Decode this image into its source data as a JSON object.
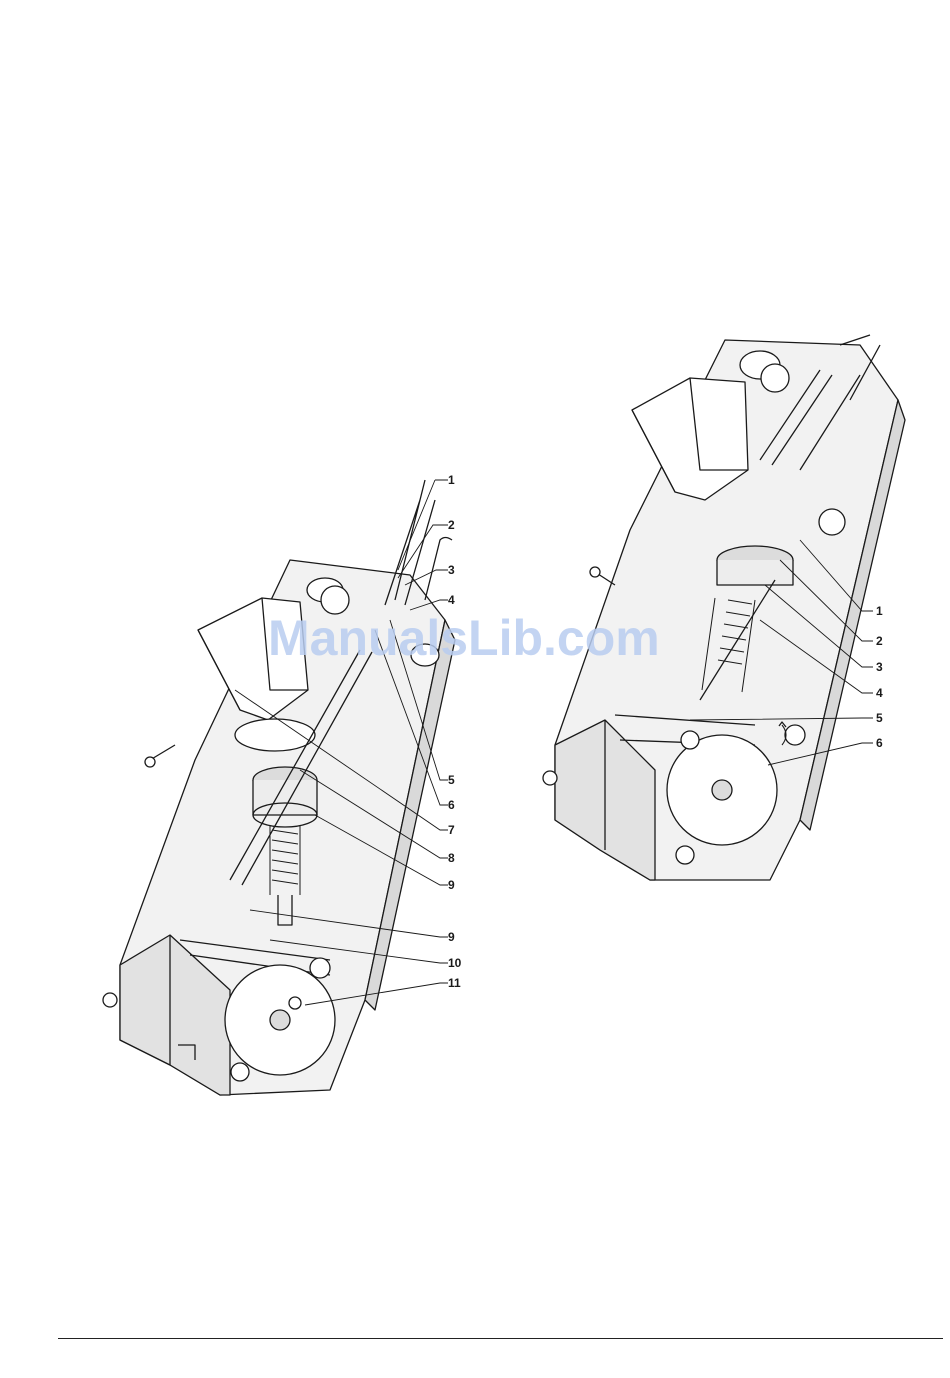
{
  "watermark": "ManualsLib.com",
  "diagram_left": {
    "callouts": [
      "1",
      "2",
      "3",
      "4",
      "5",
      "6",
      "7",
      "8",
      "9",
      "9",
      "10",
      "11"
    ]
  },
  "diagram_right": {
    "callouts": [
      "1",
      "2",
      "3",
      "4",
      "5",
      "6"
    ]
  },
  "colors": {
    "line": "#1a1a1a",
    "shade": "#e6e6e6",
    "shade_dark": "#cfcfcf",
    "watermark": "#b9cdf0"
  }
}
